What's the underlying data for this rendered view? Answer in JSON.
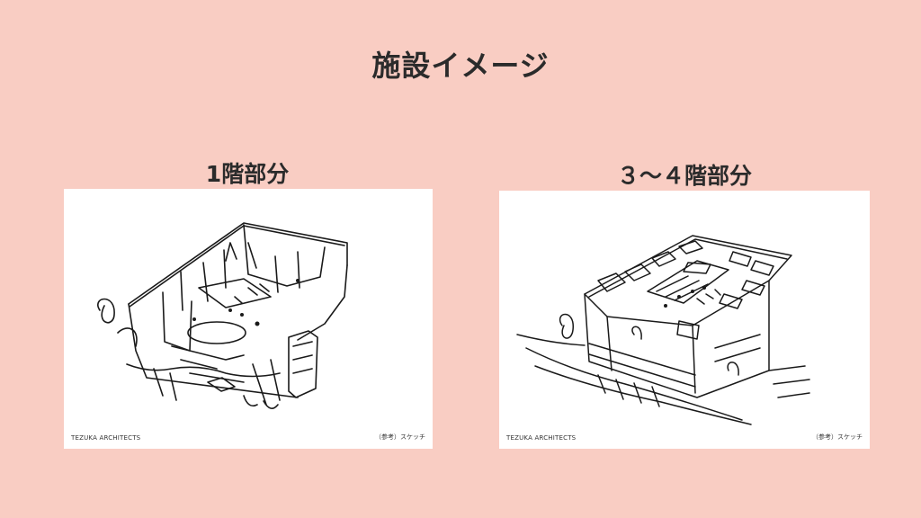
{
  "title": "施設イメージ",
  "panels": [
    {
      "label": "1階部分",
      "credit": "TEZUKA ARCHITECTS",
      "note": "（参考）スケッチ"
    },
    {
      "label": "３～４階部分",
      "credit": "TEZUKA ARCHITECTS",
      "note": "（参考）スケッチ"
    }
  ],
  "colors": {
    "background": "#f9cdc3",
    "text": "#2b2b2b",
    "sketch_bg": "#ffffff",
    "ink": "#1a1a1a"
  }
}
